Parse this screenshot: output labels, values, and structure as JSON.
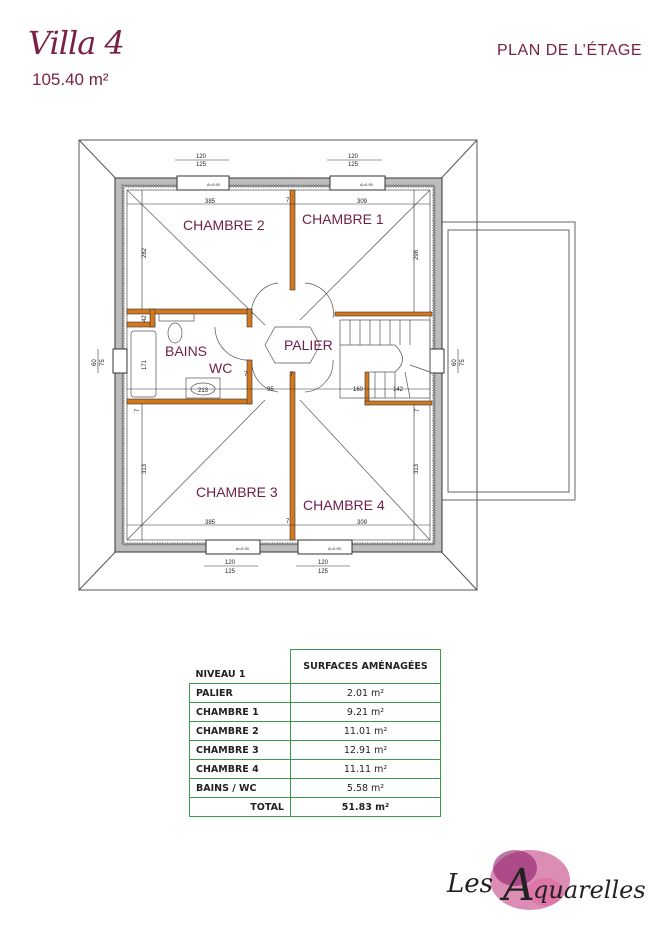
{
  "header": {
    "title": "Villa 4",
    "area": "105.40 m²",
    "plan_title": "PLAN DE L’ÉTAGE"
  },
  "rooms": {
    "chambre1": "CHAMBRE 1",
    "chambre2": "CHAMBRE 2",
    "chambre3": "CHAMBRE 3",
    "chambre4": "CHAMBRE 4",
    "palier": "PALIER",
    "bains": "BAINS",
    "wc": "WC"
  },
  "dimensions": {
    "win_w1": "120",
    "win_w2": "125",
    "win_label": "A=0.90",
    "top_left": "385",
    "top_right": "309",
    "bottom_left": "385",
    "bottom_right": "309",
    "wall": "7",
    "left_upper": "282",
    "right_upper": "298",
    "left_lower": "313",
    "right_lower": "313",
    "side_win1": "60",
    "side_win2": "75",
    "storage": "42",
    "bath": "171",
    "basin": "213",
    "door": "95",
    "palier_w": "160",
    "stair_w": "142"
  },
  "table": {
    "header_left": "NIVEAU 1",
    "header_right": "SURFACES AMÉNAGÉES",
    "rows": [
      {
        "label": "PALIER",
        "value": "2.01 m²"
      },
      {
        "label": "CHAMBRE 1",
        "value": "9.21 m²"
      },
      {
        "label": "CHAMBRE 2",
        "value": "11.01 m²"
      },
      {
        "label": "CHAMBRE 3",
        "value": "12.91 m²"
      },
      {
        "label": "CHAMBRE 4",
        "value": "11.11 m²"
      },
      {
        "label": "BAINS / WC",
        "value": "5.58 m²"
      }
    ],
    "total_label": "TOTAL",
    "total_value": "51.83 m²"
  },
  "logo": {
    "text": "Les Aquarelles"
  },
  "colors": {
    "brand": "#7a1f45",
    "partition": "#d4781e",
    "table_border": "#3c9a4a"
  }
}
